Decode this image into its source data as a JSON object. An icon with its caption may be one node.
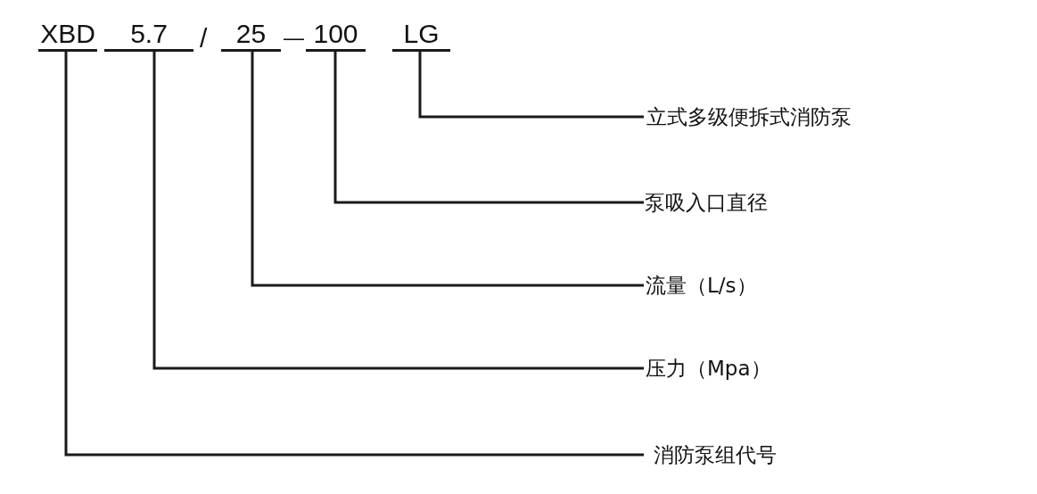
{
  "diagram": {
    "nodes": [
      {
        "text": [
          "XBD"
        ]
      },
      {
        "text": [
          "5.7"
        ]
      },
      {
        "text": [
          "25"
        ]
      },
      {
        "text": [
          "100"
        ]
      },
      {
        "text": [
          "LG"
        ]
      },
      {
        "text": [
          "立式多级便拆式消防泵"
        ]
      },
      {
        "text": [
          "泵吸入口直径"
        ]
      },
      {
        "text": [
          "流量（L/s）"
        ]
      },
      {
        "text": [
          "压力（Mpa）"
        ]
      },
      {
        "text": [
          "消防泵组代号"
        ]
      }
    ],
    "edges": [
      {
        "from": 4,
        "to": 5,
        "arrow": "none"
      },
      {
        "from": 3,
        "to": 6,
        "arrow": "none"
      },
      {
        "from": 2,
        "to": 7,
        "arrow": "none"
      },
      {
        "from": 1,
        "to": 8,
        "arrow": "none"
      },
      {
        "from": 0,
        "to": 9,
        "arrow": "none"
      }
    ],
    "labels": [
      "/",
      "—"
    ]
  }
}
